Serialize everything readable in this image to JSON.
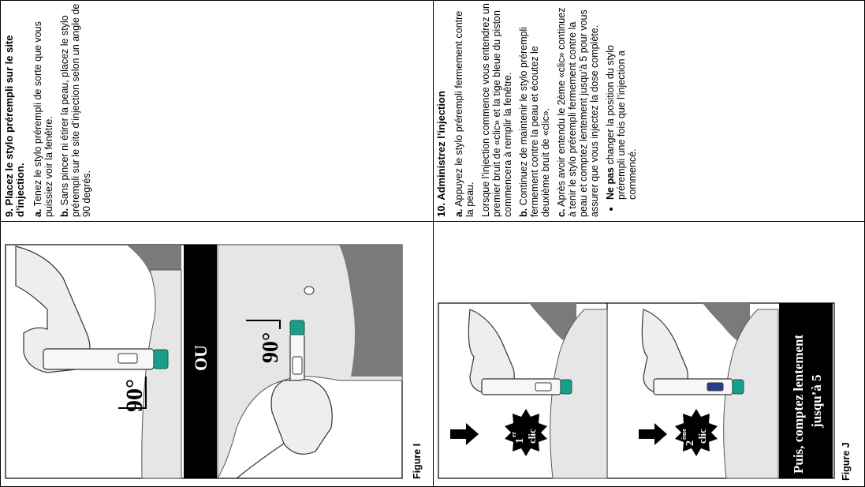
{
  "step9": {
    "title": "9. Placez le stylo prérempli sur le site d’injection.",
    "a_label": "a.",
    "a_text": " Tenez le stylo prérempli de sorte que vous puissiez voir la fenêtre.",
    "b_label": "b.",
    "b_text": " Sans pincer ni étirer la peau, placez le stylo prérempli sur le site d’injection selon un angle de 90 degrés."
  },
  "step10": {
    "title": "10. Administrez l’injection",
    "a_label": "a.",
    "a_text": " Appuyez le stylo prérempli fermement contre la peau.",
    "a_text2": "Lorsque l’injection commence vous entendrez un premier bruit de «clic» et la tige bleue du piston commencera à remplir la fenêtre.",
    "b_label": "b.",
    "b_text": " Continuez de maintenir le stylo prérempli fermement contre la peau et écoutez le deuxième bruit de «clic».",
    "c_label": "c.",
    "c_text": " Après avoir entendu le 2ème «clic» continuez à tenir le stylo prérempli fermement contre la peau et comptez lentement jusqu’à 5 pour vous assurer que vous injectez la dose complète.",
    "bullet_bold": "Ne pas",
    "bullet_text": " changer la position du stylo prérempli une fois que l’injection a commencé."
  },
  "figure_i": {
    "label": "Figure I",
    "angle_label_1": "90°",
    "angle_label_2": "90°",
    "or_label": "OU"
  },
  "figure_j": {
    "label": "Figure J",
    "click1_num": "1",
    "click1_sup": "er",
    "click1_word": "clic",
    "click2_num": "2",
    "click2_sup": "ème",
    "click2_word": "clic",
    "banner_line1": "Puis, comptez lentement",
    "banner_line2": "jusqu’à 5"
  },
  "colors": {
    "pen_teal": "#1a9e8a",
    "skin_grey": "#e6e6e6",
    "clothing_grey": "#7a7a7a",
    "banner_black": "#000000"
  }
}
